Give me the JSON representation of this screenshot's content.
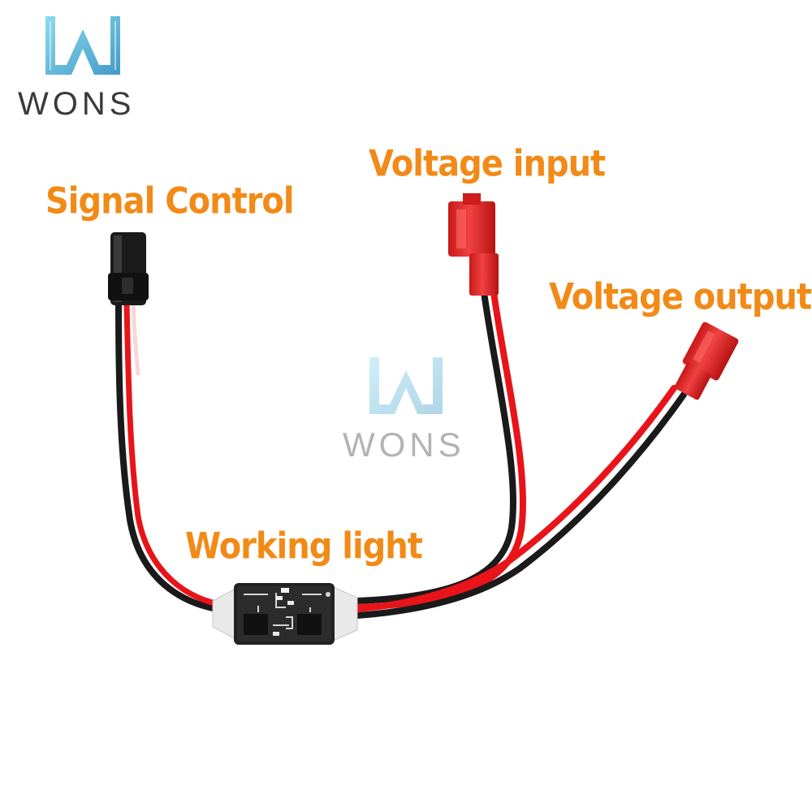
{
  "brand": {
    "name": "WONS",
    "watermark_text": "WONS"
  },
  "labels": {
    "signal_control": "Signal Control",
    "voltage_input": "Voltage input",
    "voltage_output": "Voltage output",
    "working_light": "Working light"
  },
  "colors": {
    "label": "#f28a17",
    "wire_red": "#e8141a",
    "wire_black": "#1a1a1a",
    "connector_red": "#e42424",
    "connector_black": "#1b1b1b",
    "pcb": "#222222",
    "logo_blue": "#4fb6d6"
  }
}
